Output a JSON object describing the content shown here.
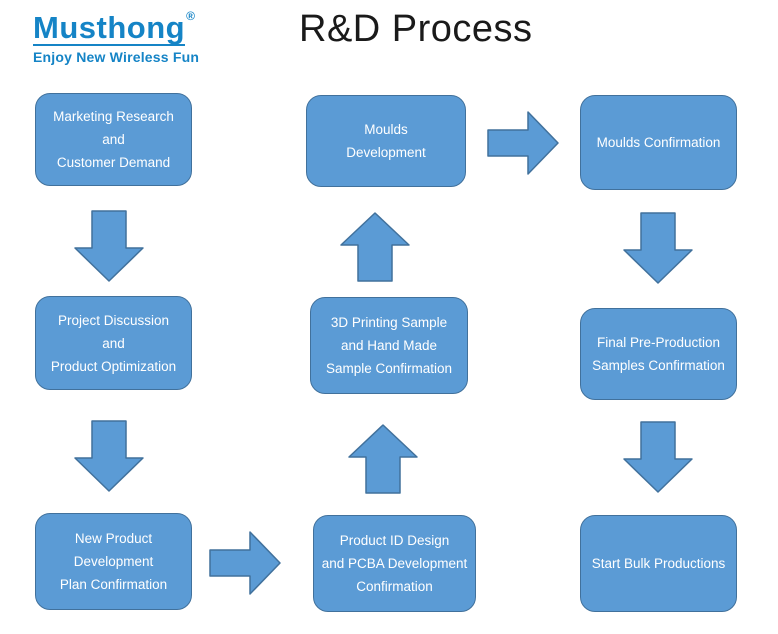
{
  "header": {
    "logo": {
      "brand": "Musthong",
      "registered": "®",
      "tagline": "Enjoy New Wireless Fun",
      "brand_color": "#1584c6"
    },
    "title": "R&D Process"
  },
  "flowchart": {
    "colors": {
      "node_fill": "#5b9bd5",
      "node_border": "#41719c",
      "node_text": "#ffffff"
    },
    "nodes": [
      {
        "id": "marketing-research",
        "lines": [
          "Marketing Research",
          "and",
          "Customer Demand"
        ]
      },
      {
        "id": "project-discussion",
        "lines": [
          "Project Discussion",
          "and",
          "Product Optimization"
        ]
      },
      {
        "id": "new-product-plan",
        "lines": [
          "New Product",
          "Development",
          "Plan Confirmation"
        ]
      },
      {
        "id": "product-id-design",
        "lines": [
          "Product ID Design",
          "and PCBA Development",
          "Confirmation"
        ]
      },
      {
        "id": "3d-printing-sample",
        "lines": [
          "3D Printing Sample",
          "and Hand Made",
          "Sample Confirmation"
        ]
      },
      {
        "id": "moulds-development",
        "lines": [
          "Moulds",
          "Development"
        ]
      },
      {
        "id": "moulds-confirmation",
        "lines": [
          "Moulds Confirmation"
        ]
      },
      {
        "id": "final-pre-production",
        "lines": [
          "Final Pre-Production",
          "Samples Confirmation"
        ]
      },
      {
        "id": "start-bulk-productions",
        "lines": [
          "Start Bulk Productions"
        ]
      }
    ],
    "arrows": [
      {
        "from": "marketing-research",
        "to": "project-discussion",
        "direction": "down"
      },
      {
        "from": "project-discussion",
        "to": "new-product-plan",
        "direction": "down"
      },
      {
        "from": "new-product-plan",
        "to": "product-id-design",
        "direction": "right"
      },
      {
        "from": "product-id-design",
        "to": "3d-printing-sample",
        "direction": "up"
      },
      {
        "from": "3d-printing-sample",
        "to": "moulds-development",
        "direction": "up"
      },
      {
        "from": "moulds-development",
        "to": "moulds-confirmation",
        "direction": "right"
      },
      {
        "from": "moulds-confirmation",
        "to": "final-pre-production",
        "direction": "down"
      },
      {
        "from": "final-pre-production",
        "to": "start-bulk-productions",
        "direction": "down"
      }
    ]
  }
}
